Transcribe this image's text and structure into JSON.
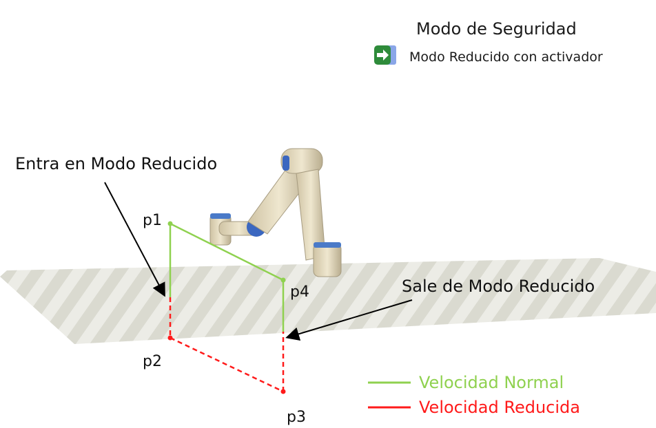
{
  "header": {
    "title": "Modo de Seguridad",
    "mode_label": "Modo Reducido con activador",
    "mode_icon": "enter-arrow-icon"
  },
  "annotations": {
    "enter": "Entra en Modo Reducido",
    "exit": "Sale de Modo Reducido"
  },
  "points": {
    "p1": "p1",
    "p2": "p2",
    "p3": "p3",
    "p4": "p4"
  },
  "legend": {
    "normal": "Velocidad Normal",
    "reduced": "Velocidad Reducida"
  },
  "colors": {
    "normal": "#8fd14f",
    "reduced": "#ff1a1a",
    "icon_green": "#2e8b3a",
    "icon_blue": "#8aa6e8"
  }
}
